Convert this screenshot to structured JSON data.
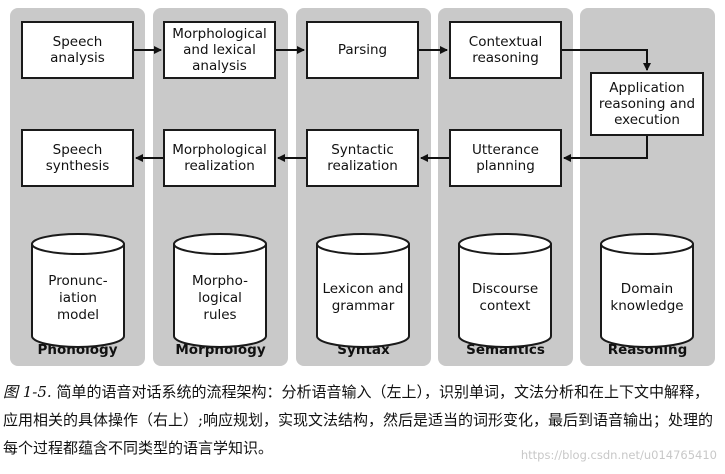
{
  "columns": {
    "phonology": "Phonology",
    "morphology": "Morphology",
    "syntax": "Syntax",
    "semantics": "Semantics",
    "reasoning": "Reasoning"
  },
  "boxes": {
    "speech_analysis": "Speech\nanalysis",
    "morph_lex_analysis": "Morphological\nand lexical\nanalysis",
    "parsing": "Parsing",
    "contextual_reasoning": "Contextual\nreasoning",
    "application": "Application\nreasoning and\nexecution",
    "utterance_planning": "Utterance\nplanning",
    "syntactic_realization": "Syntactic\nrealization",
    "morph_realization": "Morphological\nrealization",
    "speech_synthesis": "Speech\nsynthesis"
  },
  "knowledge": {
    "pronunciation": "Pronunc-\niation\nmodel",
    "morphological_rules": "Morpho-\nlogical\nrules",
    "lexicon": "Lexicon and\ngrammar",
    "discourse": "Discourse\ncontext",
    "domain": "Domain\nknowledge"
  },
  "caption": {
    "figure_label": "图 1-5.",
    "text": "简单的语音对话系统的流程架构：分析语音输入（左上），识别单词，文法分析和在上下文中解释，应用相关的具体操作（右上）;响应规划，实现文法结构，然后是适当的词形变化，最后到语音输出；处理的每个过程都蕴含不同类型的语言学知识。"
  },
  "watermark": "https://blog.csdn.net/u014765410"
}
